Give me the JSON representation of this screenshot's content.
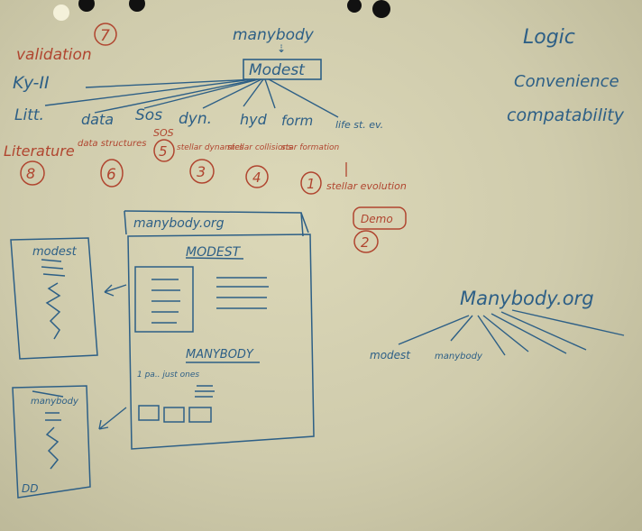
{
  "top": {
    "manybody": "manybody",
    "modest": "Modest"
  },
  "left_labels": {
    "validation": "validation",
    "validation_num": "7",
    "ky": "Ky-II"
  },
  "branches": [
    {
      "key": "lit",
      "blue": "Litt.",
      "red": "Literature",
      "num": "8"
    },
    {
      "key": "data",
      "blue": "data",
      "red": "data structures",
      "num": "6"
    },
    {
      "key": "sos",
      "blue": "Sos",
      "red": "SOS",
      "num": "5"
    },
    {
      "key": "dyn",
      "blue": "dyn.",
      "red": "stellar dynamics",
      "num": "3"
    },
    {
      "key": "hyd",
      "blue": "hyd",
      "red": "stellar collisions",
      "num": "4"
    },
    {
      "key": "form",
      "blue": "form",
      "red": "star formation",
      "num": "1"
    },
    {
      "key": "life",
      "blue": "life st. ev.",
      "red": "stellar evolution",
      "num": "2"
    }
  ],
  "demo_box": "Demo",
  "right_notes": [
    "Logic",
    "Convenience",
    "compatability"
  ],
  "site_sketch": {
    "url": "manybody.org",
    "modest": "MODEST",
    "manybody": "MANYBODY",
    "row_text": "1 pa.. just ones"
  },
  "left_pages": {
    "page1": "modest",
    "page2": "manybody",
    "dd": "DD"
  },
  "tree2": {
    "root": "Manybody.org",
    "child1": "modest",
    "child2": "manybody"
  }
}
